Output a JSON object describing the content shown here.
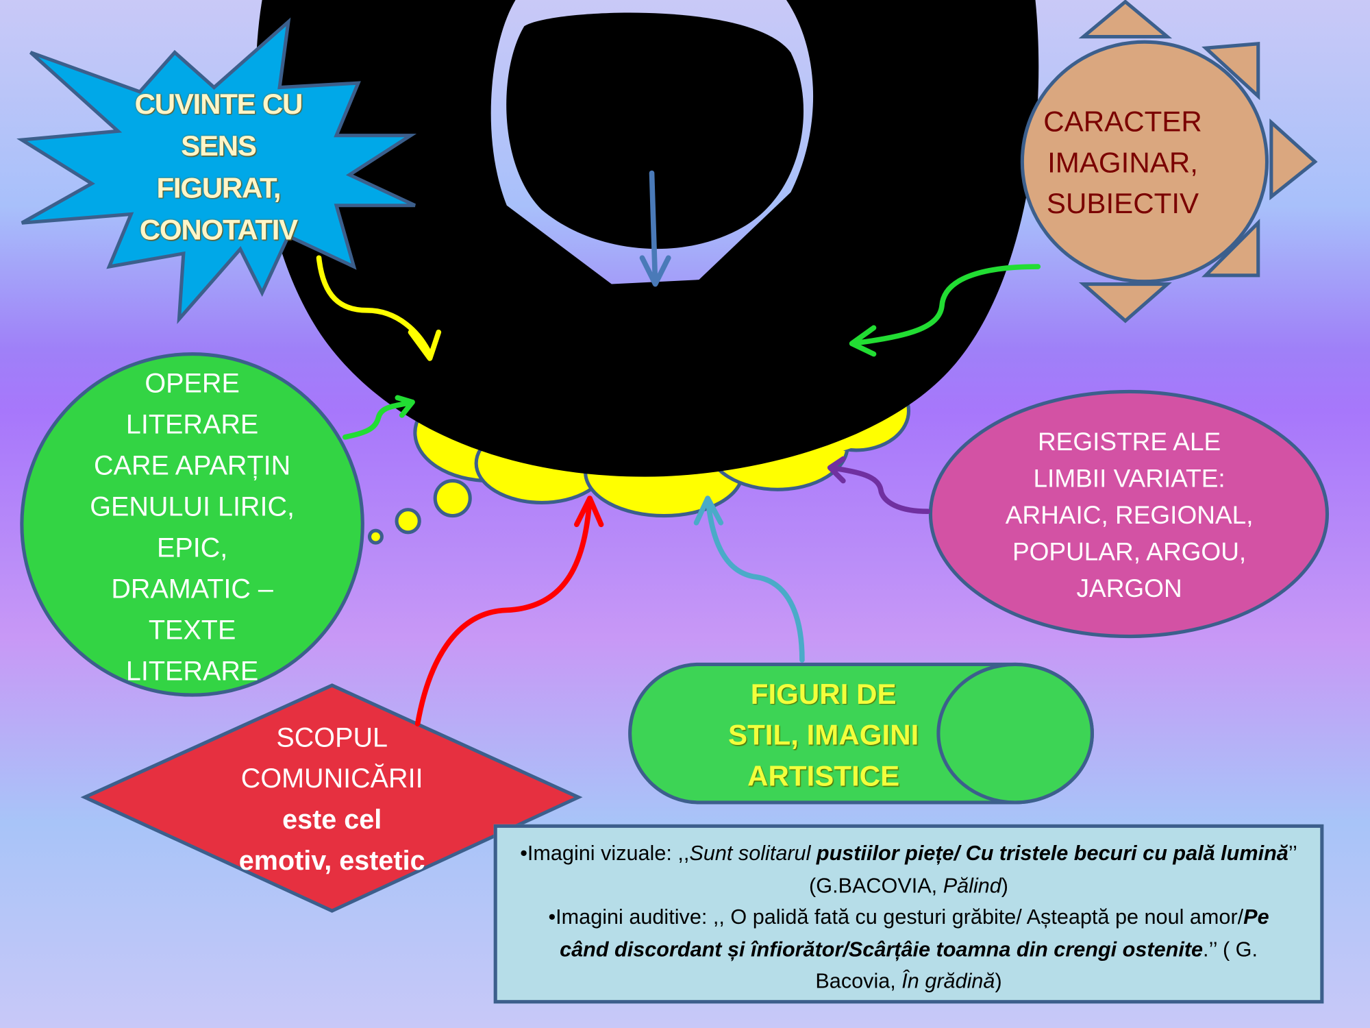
{
  "starburst": {
    "lines": [
      "CUVINTE CU",
      "SENS",
      "FIGURAT,",
      "CONOTATIV"
    ]
  },
  "sun": {
    "lines": [
      "CARACTER",
      "IMAGINAR,",
      "SUBIECTIV"
    ]
  },
  "circle": {
    "lines": [
      "OPERE",
      "LITERARE",
      "CARE APARȚIN",
      "GENULUI LIRIC,",
      "EPIC,",
      "DRAMATIC –",
      "TEXTE",
      "LITERARE"
    ]
  },
  "ellipse": {
    "lines": [
      "REGISTRE ALE",
      "LIMBII VARIATE:",
      "ARHAIC, REGIONAL,",
      "POPULAR, ARGOU,",
      "JARGON"
    ]
  },
  "diamond": {
    "lines": [
      "SCOPUL",
      "COMUNICĂRII"
    ],
    "bold_lines": [
      "este cel",
      "emotiv, estetic"
    ]
  },
  "pill": {
    "lines": [
      "FIGURI DE",
      "STIL, IMAGINI",
      "ARTISTICE"
    ]
  },
  "examples": {
    "visual_label": "•Imagini  vizuale: ,,",
    "visual_italic": "Sunt solitarul ",
    "visual_bold": "pustiilor piețe/ Cu tristele becuri cu pală lumină",
    "visual_close": "’’ (G.BACOVIA, ",
    "visual_title": "Pălind",
    "visual_end": ")",
    "auditory_label": "•Imagini auditive: ,, O palidă fată cu  gesturi grăbite/ Așteaptă pe noul amor/",
    "auditory_bold": "Pe când discordant și înfiorător/Scârțâie toamna din crengi ostenite",
    "auditory_close": ".’’ ( G. Bacovia, ",
    "auditory_title": "În grădină",
    "auditory_end": ")"
  },
  "colors": {
    "starburst": "#00a8e8",
    "sun": "#daa77f",
    "circle": "#33d444",
    "ellipse": "#d352a4",
    "diamond": "#e63040",
    "pill": "#3dd455",
    "cloud": "#ffff00",
    "box": "#b6dde8"
  }
}
